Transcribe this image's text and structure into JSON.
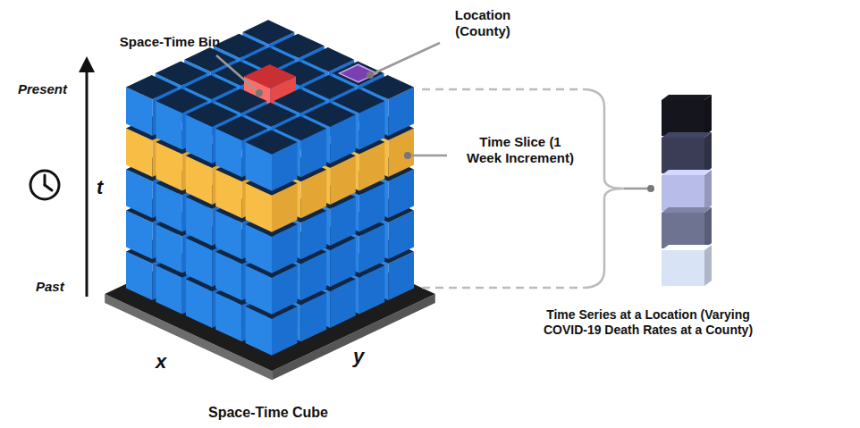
{
  "diagram": {
    "caption": "Space-Time Cube",
    "labels": [
      "Present",
      "Past",
      "t",
      "x",
      "y",
      "Space-Time Bin",
      "Location (County)",
      "Time Slice (1 Week Increment)",
      "Time Series at a Location (Varying COVID-19 Death Rates at a County)"
    ]
  }
}
